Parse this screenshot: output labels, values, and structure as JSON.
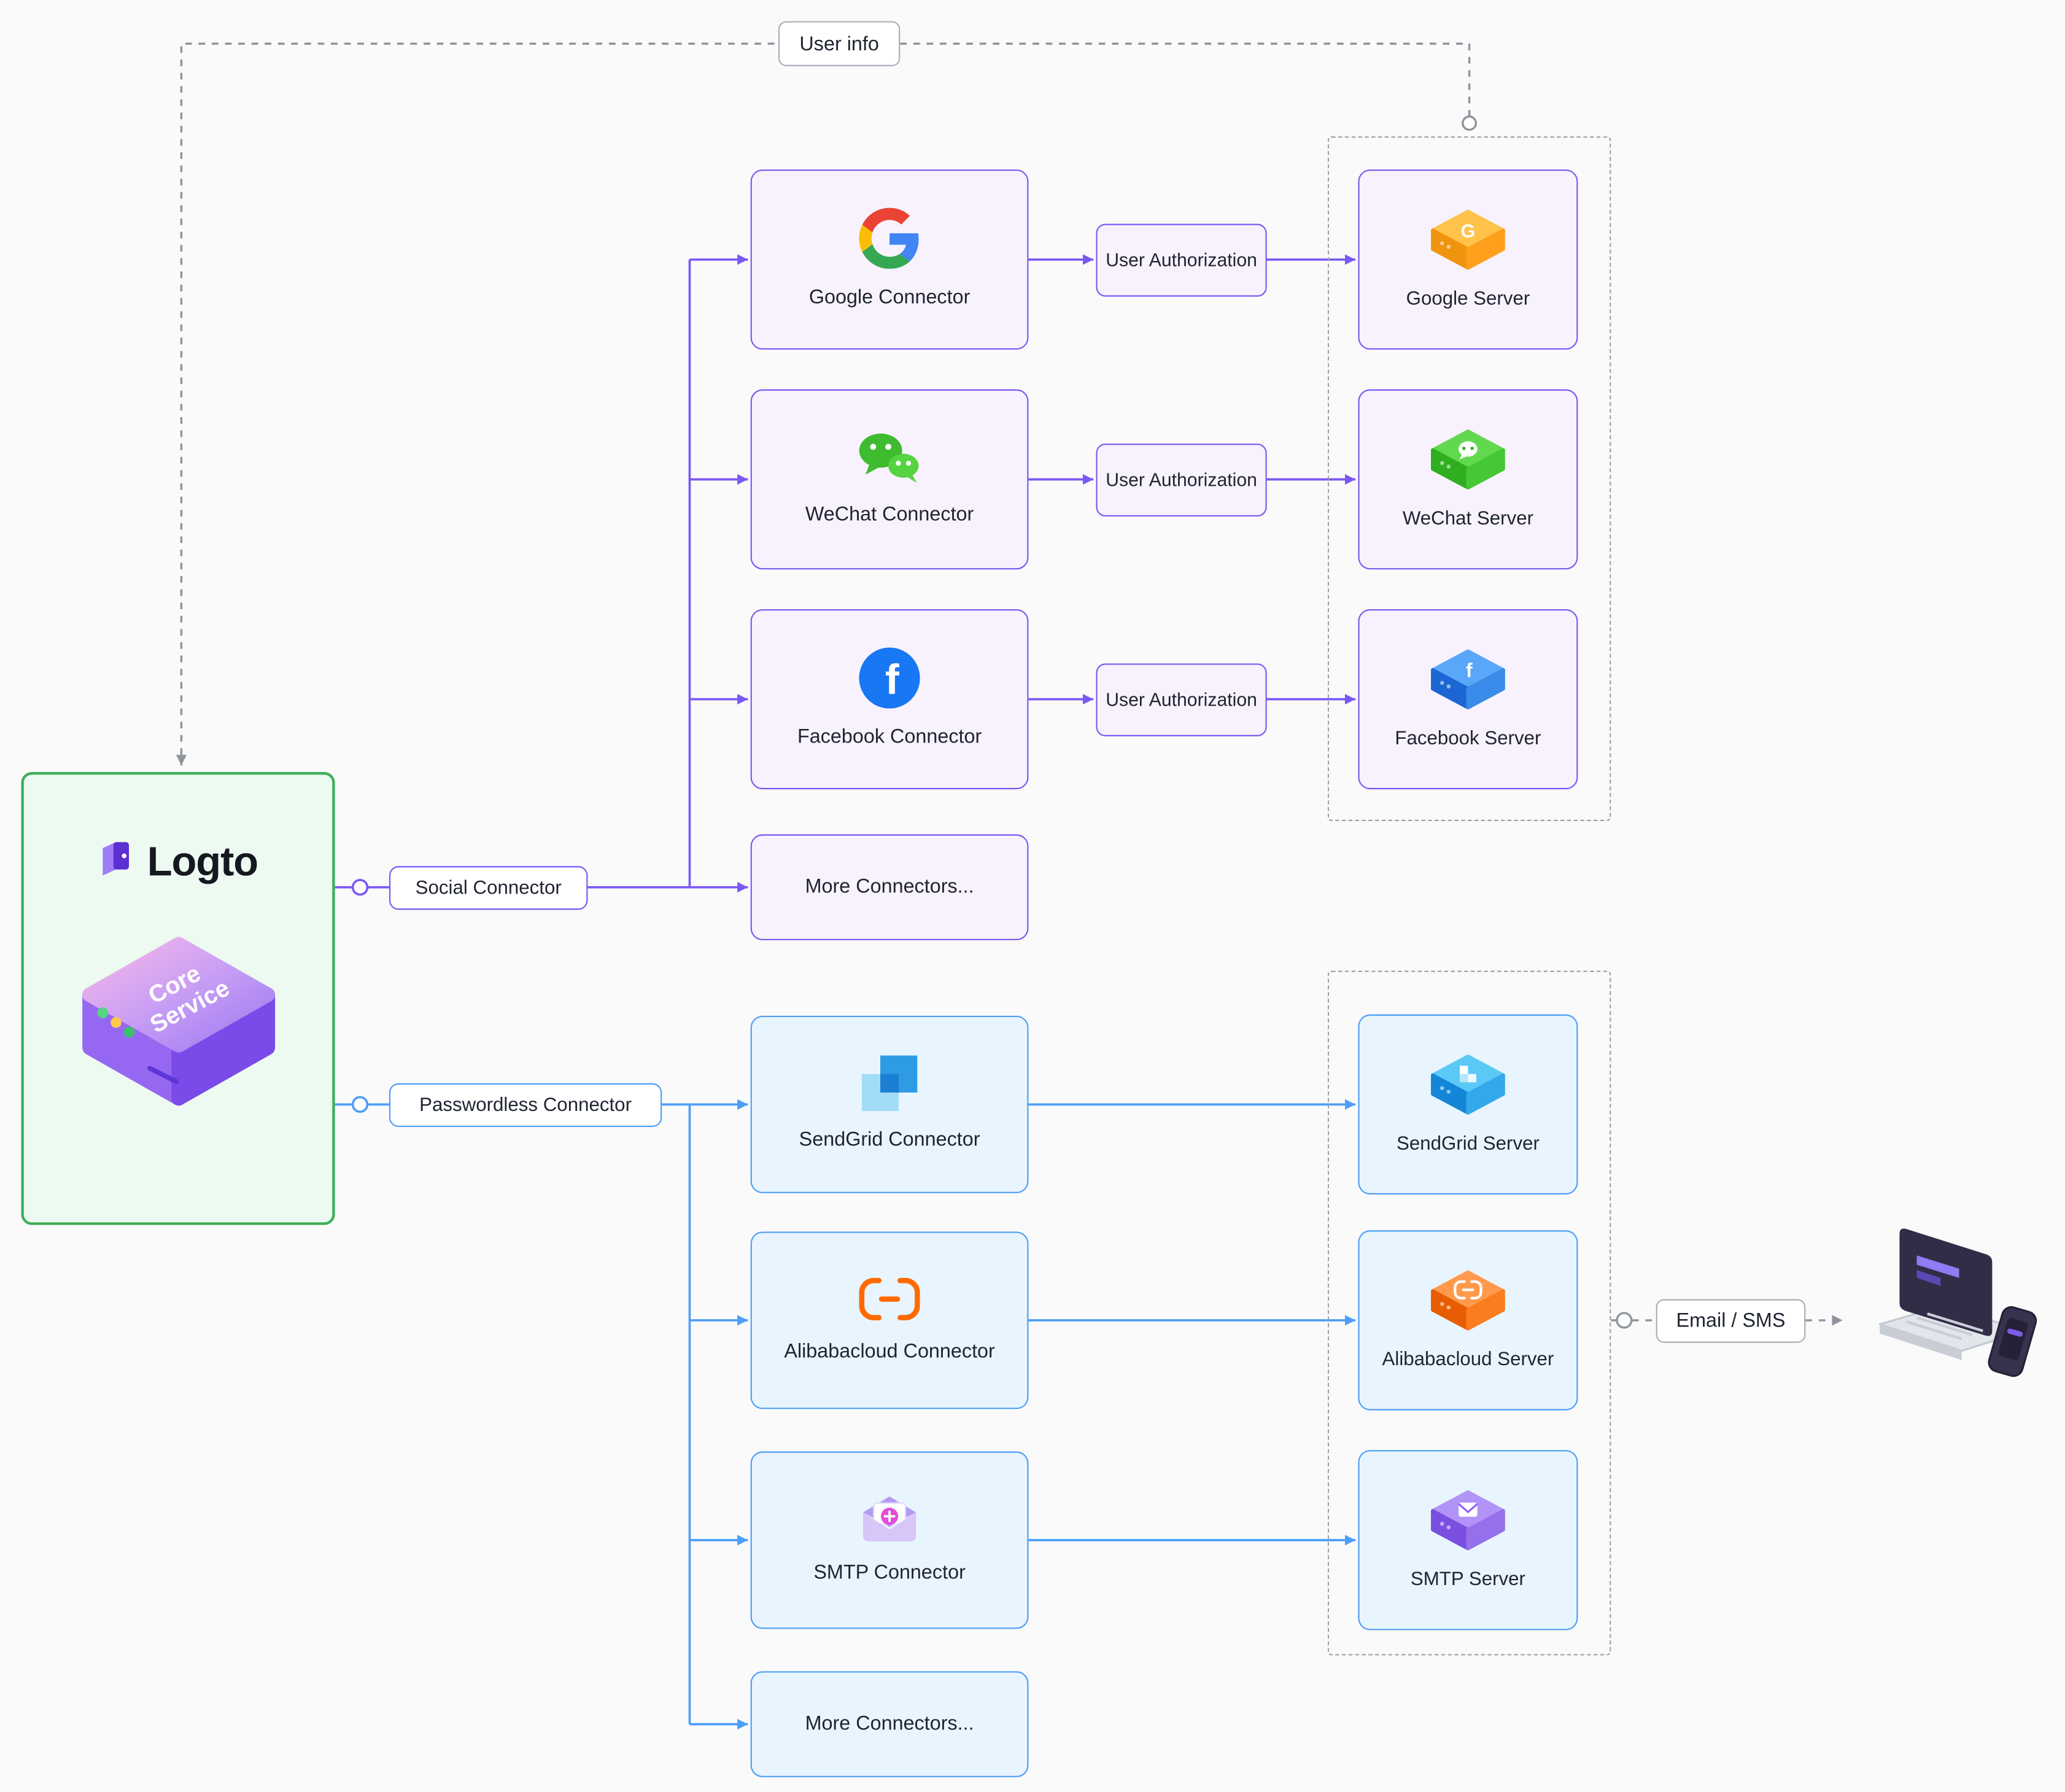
{
  "colors": {
    "purple": "#7A58F2",
    "purple_fill": "#F7F2FE",
    "blue": "#4D9EF6",
    "blue_fill": "#E9F5FE",
    "green": "#3FAE5A",
    "green_fill": "#ECFAF1",
    "gray": "#8F949C",
    "text": "#1F2430"
  },
  "logto": {
    "brand": "Logto",
    "core_line1": "Core",
    "core_line2": "Service"
  },
  "flow_labels": {
    "user_info": "User info",
    "email_sms": "Email / SMS",
    "user_authorization": "User Authorization",
    "social_pill": "Social Connector",
    "passwordless_pill": "Passwordless Connector"
  },
  "glyphs": {
    "google_g": "G",
    "facebook_f": "f"
  },
  "social": {
    "connectors": [
      {
        "label": "Google Connector",
        "icon": "google-icon"
      },
      {
        "label": "WeChat Connector",
        "icon": "wechat-icon"
      },
      {
        "label": "Facebook Connector",
        "icon": "facebook-icon"
      },
      {
        "label": "More Connectors..."
      }
    ],
    "servers": [
      {
        "label": "Google Server",
        "icon": "google-server-icon"
      },
      {
        "label": "WeChat Server",
        "icon": "wechat-server-icon"
      },
      {
        "label": "Facebook Server",
        "icon": "facebook-server-icon"
      }
    ]
  },
  "passwordless": {
    "connectors": [
      {
        "label": "SendGrid Connector",
        "icon": "sendgrid-icon"
      },
      {
        "label": "Alibabacloud Connector",
        "icon": "alibabacloud-icon"
      },
      {
        "label": "SMTP Connector",
        "icon": "smtp-icon"
      },
      {
        "label": "More Connectors..."
      }
    ],
    "servers": [
      {
        "label": "SendGrid Server",
        "icon": "sendgrid-server-icon"
      },
      {
        "label": "Alibabacloud Server",
        "icon": "alibabacloud-server-icon"
      },
      {
        "label": "SMTP Server",
        "icon": "smtp-server-icon"
      }
    ]
  }
}
